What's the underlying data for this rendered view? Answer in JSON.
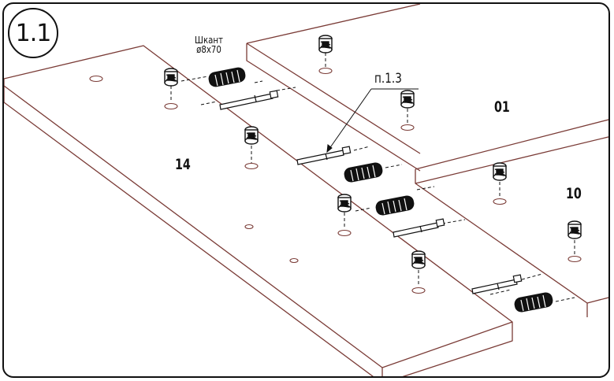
{
  "step": "1.1",
  "parts": {
    "left_panel": "14",
    "top_panel": "01",
    "right_panel": "10"
  },
  "callout": "п.1.3",
  "dowel": {
    "name": "Шкант",
    "size": "ø8x70"
  },
  "colors": {
    "panel_edge": "#7a3b36",
    "ink": "#111111"
  }
}
